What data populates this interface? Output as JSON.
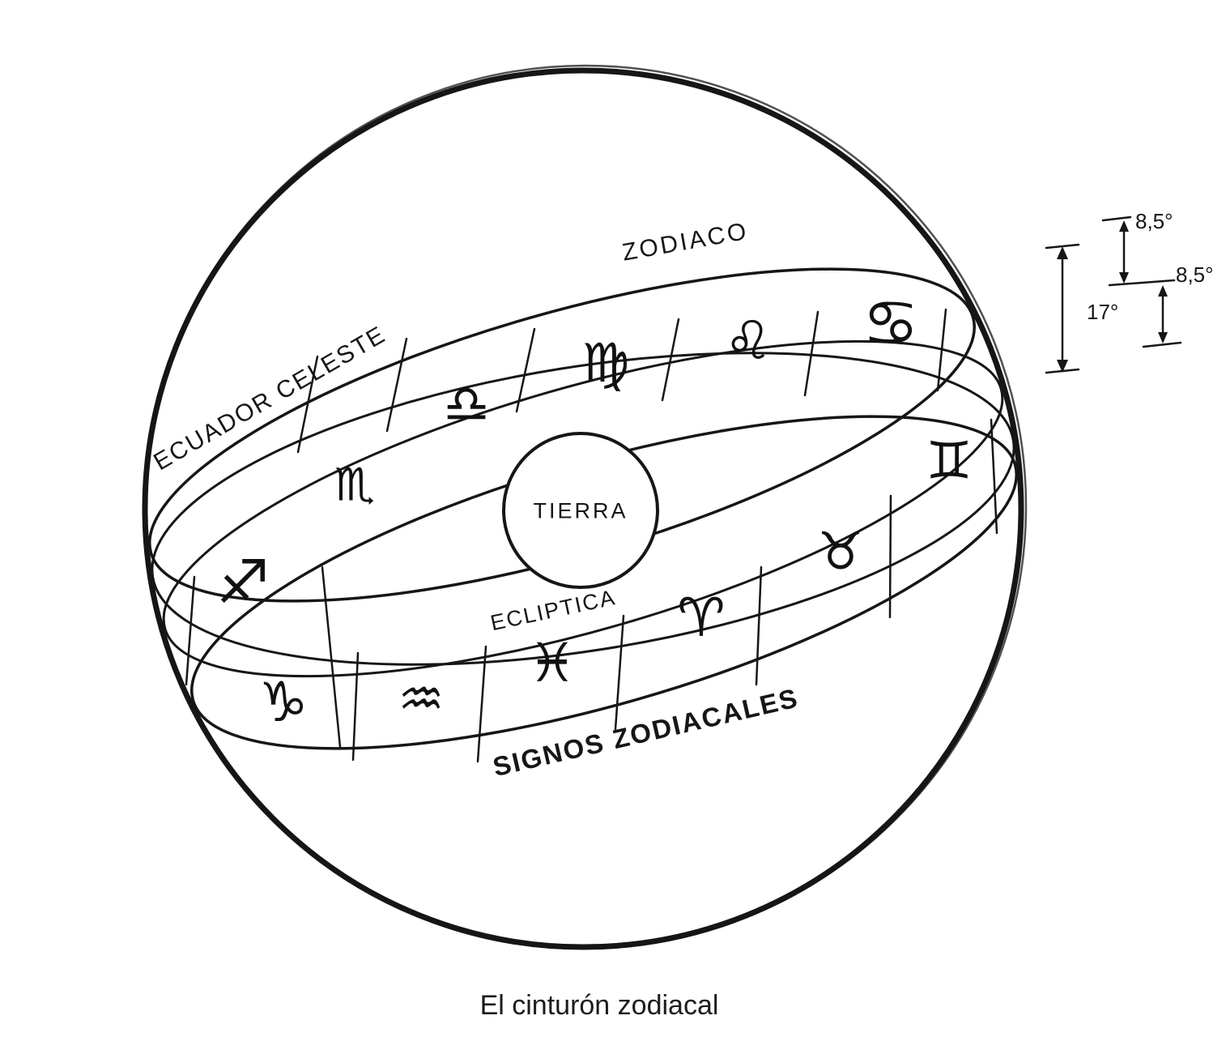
{
  "figure": {
    "caption": "El cinturón zodiacal",
    "labels": {
      "zodiac_band": "ZODIACO",
      "celestial_equator": "ECUADOR CELESTE",
      "ecliptic": "ECLIPTICA",
      "zodiac_signs_row": "SIGNOS ZODIACALES",
      "earth": "TIERRA"
    },
    "angle_scale": {
      "upper_half": "8,5°",
      "lower_half": "8,5°",
      "total": "17°"
    },
    "signs": [
      {
        "name": "scorpio",
        "glyph": "♏"
      },
      {
        "name": "libra",
        "glyph": "♎"
      },
      {
        "name": "virgo",
        "glyph": "♍"
      },
      {
        "name": "leo",
        "glyph": "♌"
      },
      {
        "name": "cancer",
        "glyph": "♋"
      },
      {
        "name": "sagittarius",
        "glyph": "♐"
      },
      {
        "name": "capricorn",
        "glyph": "♑"
      },
      {
        "name": "aquarius",
        "glyph": "♒"
      },
      {
        "name": "pisces",
        "glyph": "♓"
      },
      {
        "name": "aries",
        "glyph": "♈"
      },
      {
        "name": "taurus",
        "glyph": "♉"
      },
      {
        "name": "gemini",
        "glyph": "♊"
      }
    ],
    "ink_color": "#161616"
  }
}
